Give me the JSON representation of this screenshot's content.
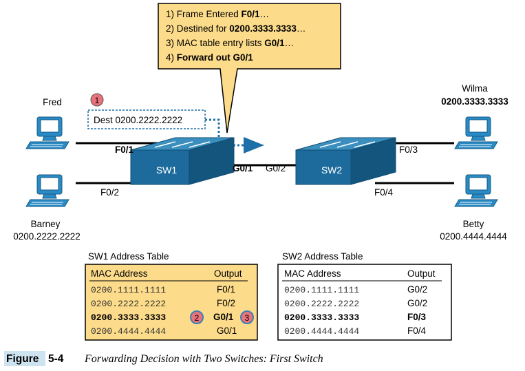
{
  "callout": {
    "lines": [
      {
        "prefix": "1) Frame Entered ",
        "bold": "F0/1",
        "suffix": "…"
      },
      {
        "prefix": "2) Destined for ",
        "bold": "0200.3333.3333",
        "suffix": "…"
      },
      {
        "prefix": "3) MAC table entry lists ",
        "bold": "G0/1",
        "suffix": "…"
      },
      {
        "prefix": "4) ",
        "bold": "Forward out G0/1",
        "suffix": ""
      }
    ]
  },
  "hosts": {
    "fred": {
      "name": "Fred"
    },
    "barney": {
      "name": "Barney",
      "mac": "0200.2222.2222"
    },
    "wilma": {
      "name": "Wilma",
      "mac": "0200.3333.3333"
    },
    "betty": {
      "name": "Betty",
      "mac": "0200.4444.4444"
    }
  },
  "frame": {
    "label": "Dest 0200.2222.2222",
    "step": "1"
  },
  "switches": {
    "sw1": {
      "name": "SW1"
    },
    "sw2": {
      "name": "SW2"
    }
  },
  "ports": {
    "sw1_f01": "F0/1",
    "sw1_f02": "F0/2",
    "sw1_g01": "G0/1",
    "sw2_g02": "G0/2",
    "sw2_f03": "F0/3",
    "sw2_f04": "F0/4"
  },
  "tables": {
    "sw1": {
      "title": "SW1 Address Table",
      "col_mac": "MAC Address",
      "col_out": "Output",
      "rows": [
        {
          "mac": "0200.1111.1111",
          "port": "F0/1",
          "bold": false
        },
        {
          "mac": "0200.2222.2222",
          "port": "F0/2",
          "bold": false
        },
        {
          "mac": "0200.3333.3333",
          "port": "G0/1",
          "bold": true
        },
        {
          "mac": "0200.4444.4444",
          "port": "G0/1",
          "bold": false
        }
      ],
      "step_mac": "2",
      "step_port": "3"
    },
    "sw2": {
      "title": "SW2 Address Table",
      "col_mac": "MAC Address",
      "col_out": "Output",
      "rows": [
        {
          "mac": "0200.1111.1111",
          "port": "G0/2",
          "bold": false
        },
        {
          "mac": "0200.2222.2222",
          "port": "G0/2",
          "bold": false
        },
        {
          "mac": "0200.3333.3333",
          "port": "F0/3",
          "bold": true
        },
        {
          "mac": "0200.4444.4444",
          "port": "F0/4",
          "bold": false
        }
      ]
    }
  },
  "caption": {
    "figure_word": "Figure",
    "figure_num": "5-4",
    "text": "Forwarding Decision with Two Switches: First Switch"
  },
  "colors": {
    "callout_fill": "#fcdb8a",
    "switch_top": "#3b8fbf",
    "switch_front": "#1d6b9c",
    "switch_side": "#14557e",
    "badge_red": "#e8737a",
    "badge_blue": "#3a7fb8",
    "arrow_blue": "#1d6fa8",
    "figure_bar": "#cde3ef"
  }
}
